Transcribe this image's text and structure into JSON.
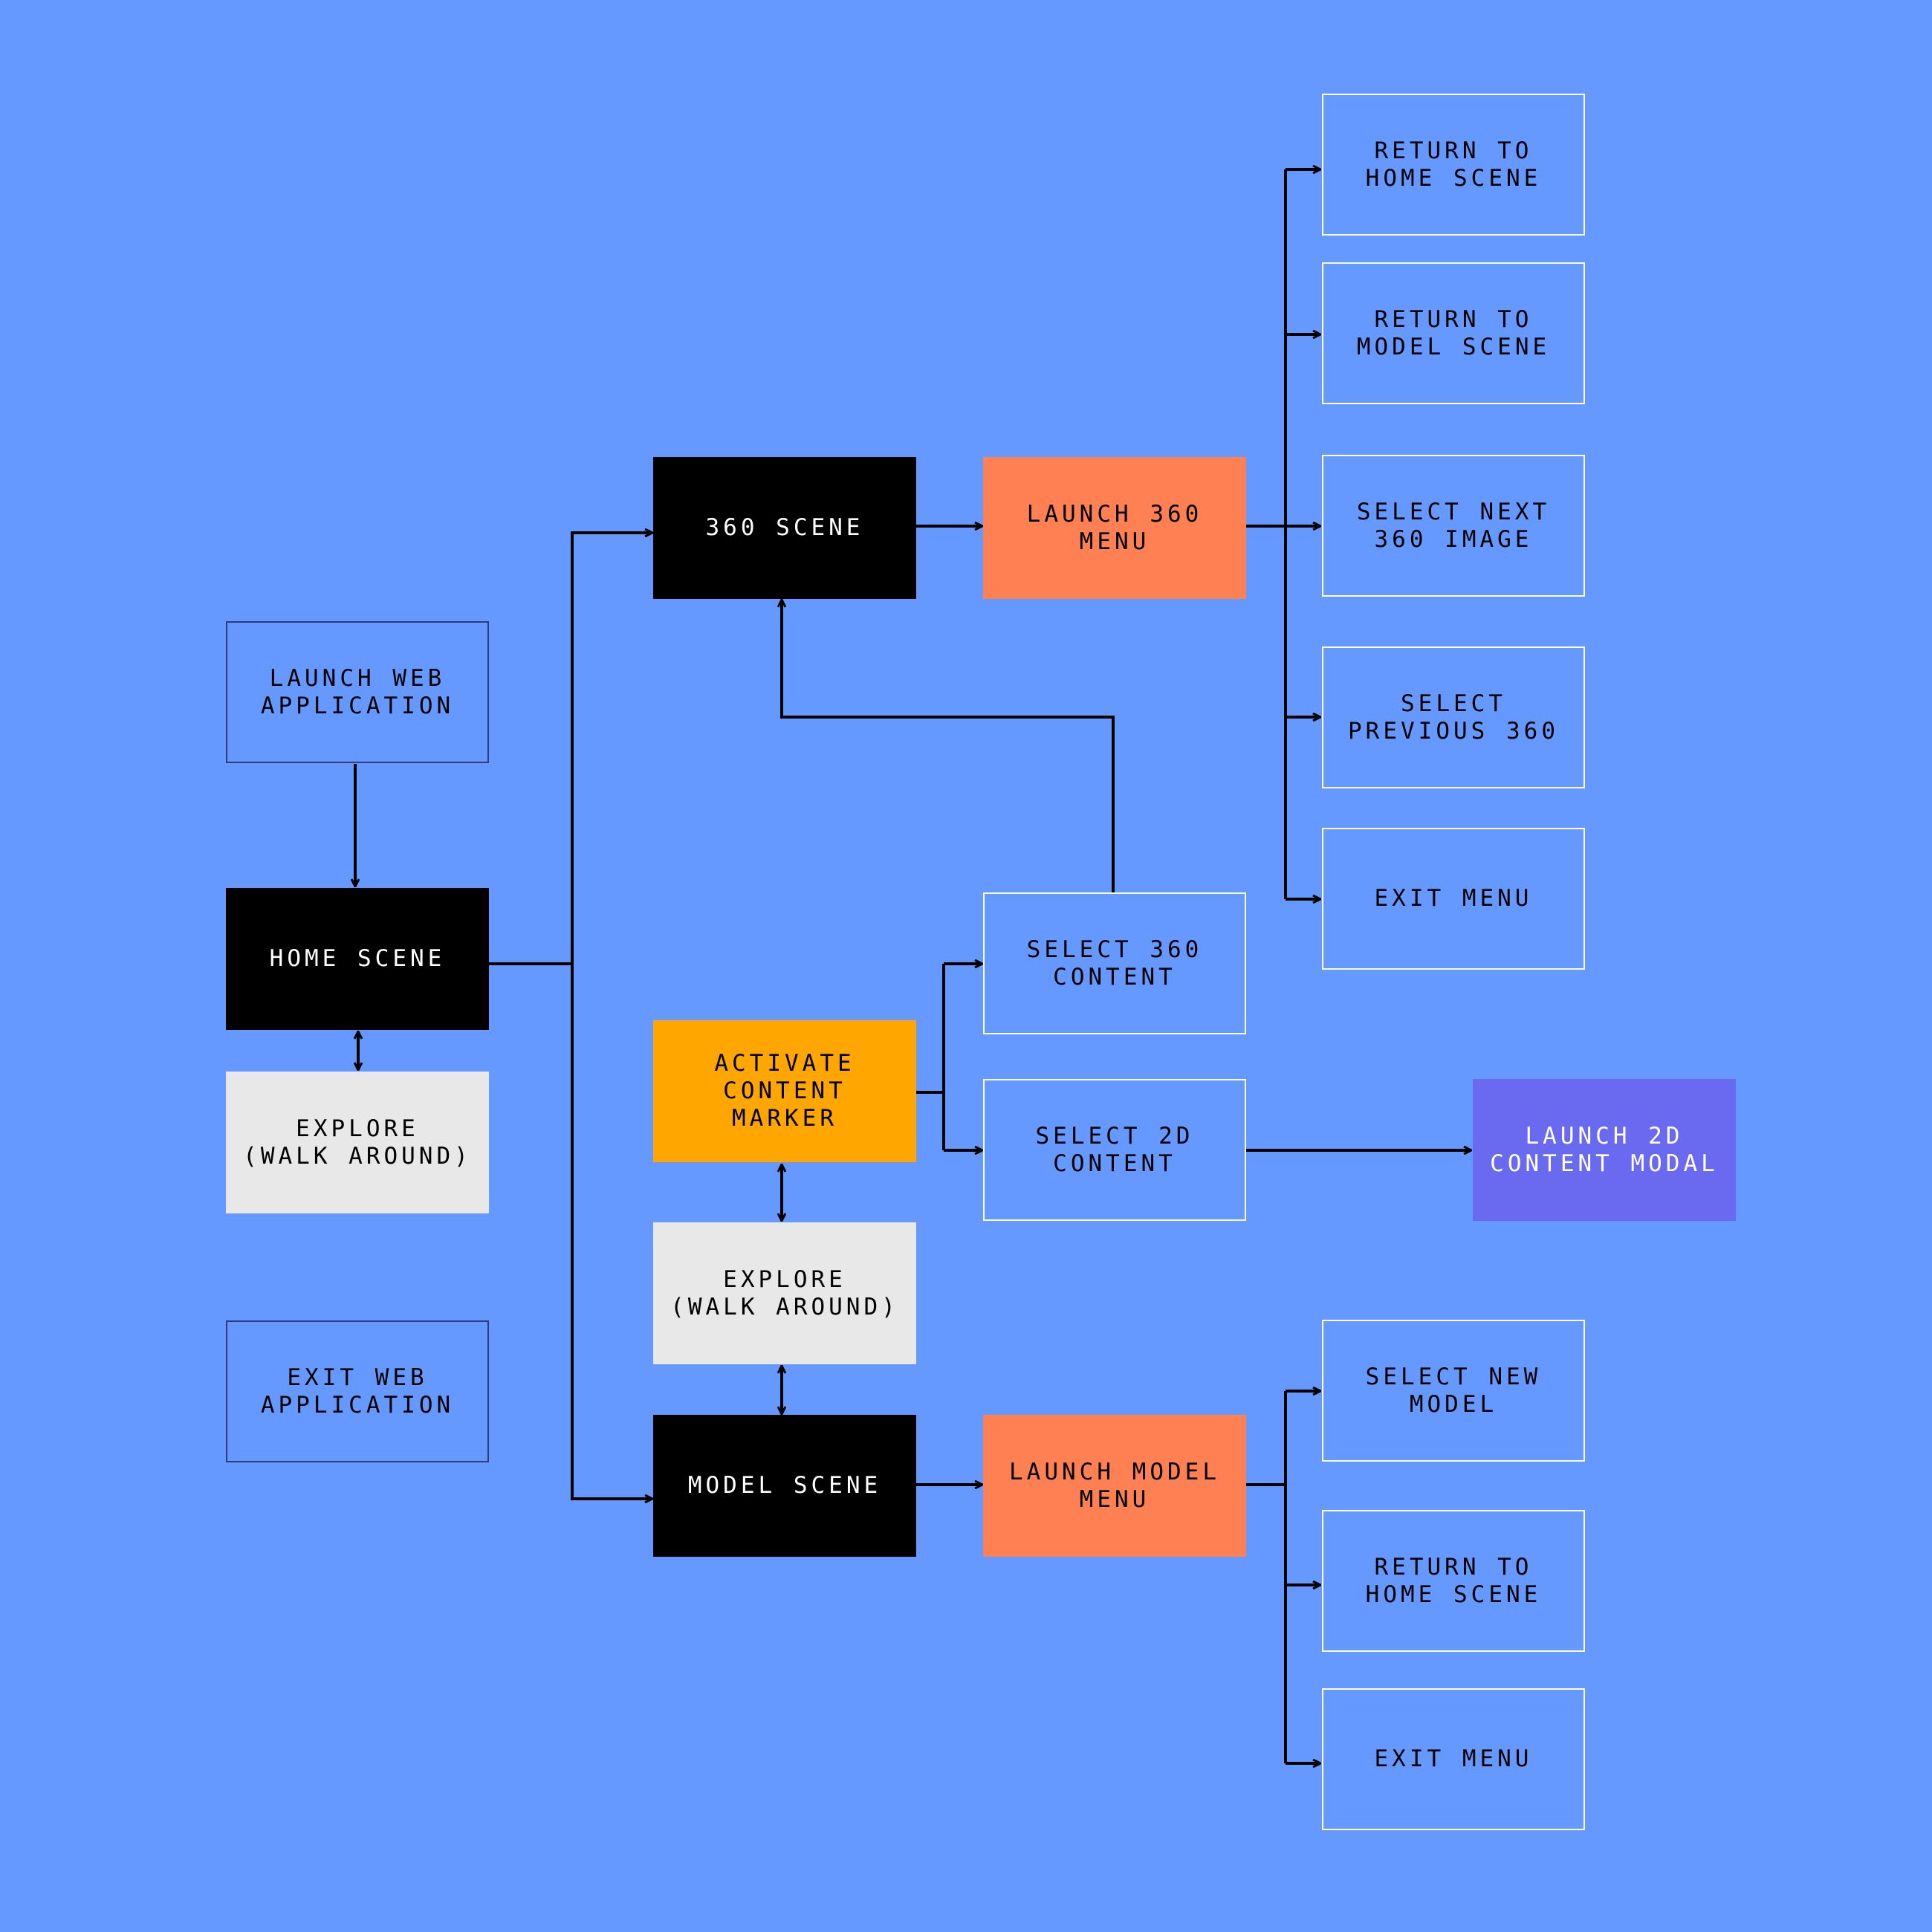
{
  "colors": {
    "background": "#6699ff",
    "scene": "#000000",
    "menu": "#ff8052",
    "marker": "#ffa600",
    "modal": "#6a6af0",
    "explore": "#e8e8e8",
    "connector": "#000000"
  },
  "nodes": {
    "launch_web_app": [
      "LAUNCH WEB",
      "APPLICATION"
    ],
    "home_scene": [
      "HOME SCENE"
    ],
    "explore_home": [
      "EXPLORE",
      "(WALK AROUND)"
    ],
    "exit_web_app": [
      "EXIT WEB",
      "APPLICATION"
    ],
    "scene_360": [
      "360 SCENE"
    ],
    "launch_360_menu": [
      "LAUNCH 360",
      "MENU"
    ],
    "activate_content_marker": [
      "ACTIVATE",
      "CONTENT",
      "MARKER"
    ],
    "explore_model": [
      "EXPLORE",
      "(WALK AROUND)"
    ],
    "model_scene": [
      "MODEL SCENE"
    ],
    "launch_model_menu": [
      "LAUNCH MODEL",
      "MENU"
    ],
    "select_360_content": [
      "SELECT 360",
      "CONTENT"
    ],
    "select_2d_content": [
      "SELECT 2D",
      "CONTENT"
    ],
    "launch_2d_modal": [
      "LAUNCH 2D",
      "CONTENT MODAL"
    ],
    "return_home_360": [
      "RETURN TO",
      "HOME SCENE"
    ],
    "return_model_360": [
      "RETURN TO",
      "MODEL SCENE"
    ],
    "select_next_360": [
      "SELECT NEXT",
      "360 IMAGE"
    ],
    "select_previous_360": [
      "SELECT",
      "PREVIOUS 360"
    ],
    "exit_menu_360": [
      "EXIT MENU"
    ],
    "select_new_model": [
      "SELECT NEW",
      "MODEL"
    ],
    "return_home_model": [
      "RETURN TO",
      "HOME SCENE"
    ],
    "exit_menu_model": [
      "EXIT MENU"
    ]
  },
  "edges": [
    {
      "from": "launch_web_app",
      "to": "home_scene",
      "arrow": "forward"
    },
    {
      "from": "home_scene",
      "to": "explore_home",
      "arrow": "both"
    },
    {
      "from": "home_scene",
      "to": "scene_360",
      "arrow": "forward"
    },
    {
      "from": "home_scene",
      "to": "model_scene",
      "arrow": "forward"
    },
    {
      "from": "scene_360",
      "to": "launch_360_menu",
      "arrow": "forward"
    },
    {
      "from": "launch_360_menu",
      "to": "return_home_360",
      "arrow": "forward"
    },
    {
      "from": "launch_360_menu",
      "to": "return_model_360",
      "arrow": "forward"
    },
    {
      "from": "launch_360_menu",
      "to": "select_next_360",
      "arrow": "forward"
    },
    {
      "from": "launch_360_menu",
      "to": "select_previous_360",
      "arrow": "forward"
    },
    {
      "from": "launch_360_menu",
      "to": "exit_menu_360",
      "arrow": "forward"
    },
    {
      "from": "select_360_content",
      "to": "scene_360",
      "arrow": "forward"
    },
    {
      "from": "activate_content_marker",
      "to": "select_360_content",
      "arrow": "forward"
    },
    {
      "from": "activate_content_marker",
      "to": "select_2d_content",
      "arrow": "forward"
    },
    {
      "from": "select_2d_content",
      "to": "launch_2d_modal",
      "arrow": "forward"
    },
    {
      "from": "activate_content_marker",
      "to": "explore_model",
      "arrow": "both"
    },
    {
      "from": "explore_model",
      "to": "model_scene",
      "arrow": "both"
    },
    {
      "from": "model_scene",
      "to": "launch_model_menu",
      "arrow": "forward"
    },
    {
      "from": "launch_model_menu",
      "to": "select_new_model",
      "arrow": "forward"
    },
    {
      "from": "launch_model_menu",
      "to": "return_home_model",
      "arrow": "forward"
    },
    {
      "from": "launch_model_menu",
      "to": "exit_menu_model",
      "arrow": "forward"
    }
  ]
}
